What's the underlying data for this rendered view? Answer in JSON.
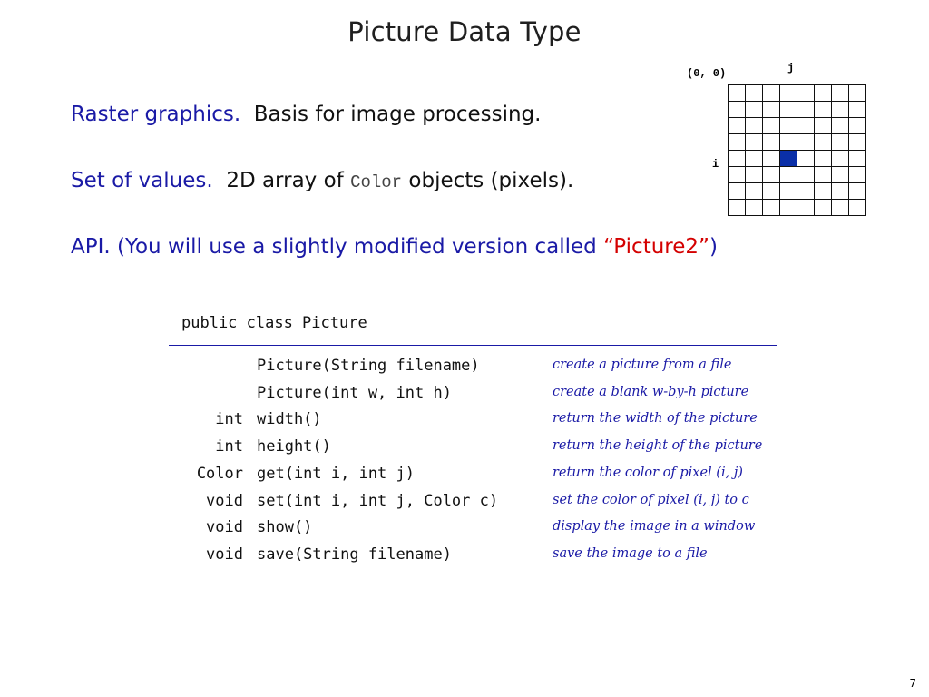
{
  "title": "Picture Data Type",
  "bullets": {
    "raster": {
      "label": "Raster graphics.",
      "text": "Basis for image processing."
    },
    "values": {
      "label": "Set of values.",
      "text_before": "2D array of",
      "code": "Color",
      "text_after": "objects (pixels)."
    },
    "api": {
      "label": "API.",
      "text_before": "(You will use a slightly modified version called",
      "highlight": "“Picture2”",
      "text_after": ")"
    }
  },
  "grid": {
    "origin_label": "(0, 0)",
    "j_label": "j",
    "i_label": "i",
    "rows": 8,
    "cols": 8,
    "filled_cell": {
      "row": 4,
      "col": 3
    },
    "filled_color": "#0a2fa8"
  },
  "api": {
    "header": "public class Picture",
    "rows": [
      {
        "ret": "",
        "sig": "Picture(String filename)",
        "desc": "create a picture from a file"
      },
      {
        "ret": "",
        "sig": "Picture(int w, int h)",
        "desc": "create a blank w-by-h picture"
      },
      {
        "ret": "int",
        "sig": "width()",
        "desc": "return the width of the picture"
      },
      {
        "ret": "int",
        "sig": "height()",
        "desc": "return the height of the picture"
      },
      {
        "ret": "Color",
        "sig": "get(int i, int j)",
        "desc": "return the color of pixel (i, j)"
      },
      {
        "ret": "void",
        "sig": "set(int i, int j, Color c)",
        "desc": "set the color of pixel (i, j) to c"
      },
      {
        "ret": "void",
        "sig": "show()",
        "desc": "display the image in a window"
      },
      {
        "ret": "void",
        "sig": "save(String filename)",
        "desc": "save the image to a file"
      }
    ]
  },
  "slide_number": "7",
  "colors": {
    "accent": "#1a1aa6",
    "highlight": "#d40000"
  }
}
